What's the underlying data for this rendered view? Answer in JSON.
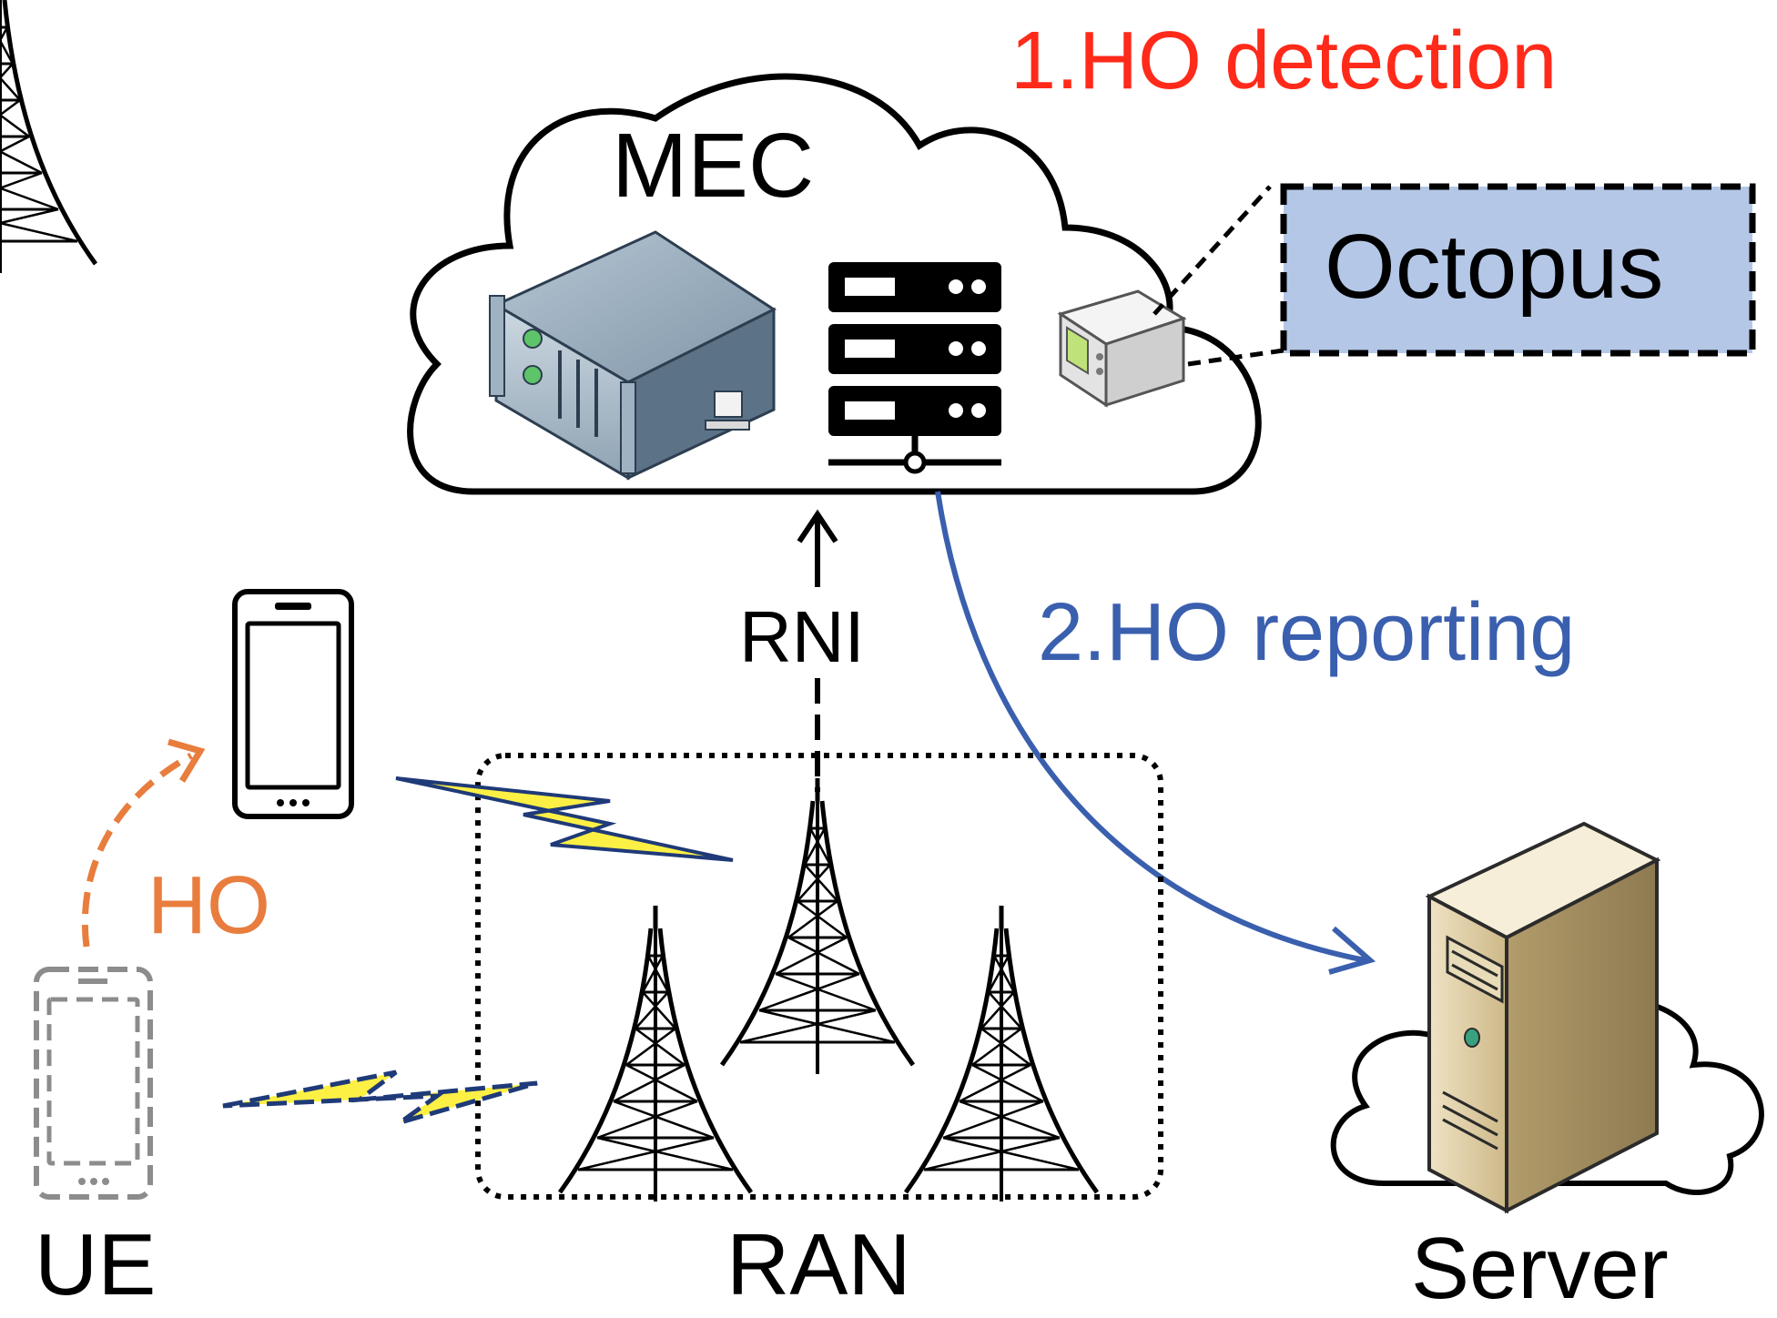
{
  "labels": {
    "mec": "MEC",
    "octopus": "Octopus",
    "rni": "RNI",
    "ho": "HO",
    "ue": "UE",
    "ran": "RAN",
    "server": "Server",
    "step1": "1.HO detection",
    "step2": "2.HO reporting"
  },
  "icons": [
    "mec-cloud-icon",
    "rack-server-icon",
    "server-stack-icon",
    "oscilloscope-icon",
    "smartphone-icon",
    "cell-tower-icon",
    "lightning-link-icon",
    "tower-server-icon"
  ],
  "colors": {
    "step1": "#ff2a1a",
    "step2": "#3a5fae",
    "ho": "#e87d3e",
    "octopus_fill": "#b4c7e7",
    "lightning_fill": "#fdf045",
    "lightning_stroke": "#1f3a78"
  }
}
